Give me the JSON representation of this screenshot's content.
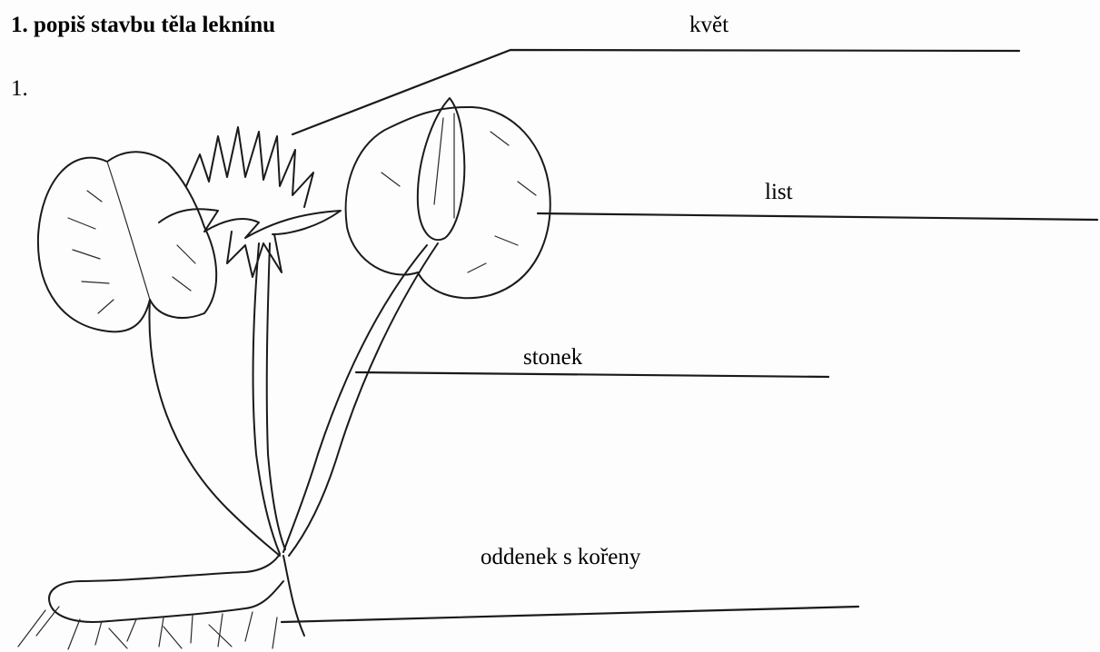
{
  "worksheet": {
    "title": "1. popiš stavbu těla leknínu",
    "item_number": "1."
  },
  "labels": {
    "flower": "květ",
    "leaf": "list",
    "stem": "stonek",
    "rhizome": "oddenek s kořeny"
  }
}
